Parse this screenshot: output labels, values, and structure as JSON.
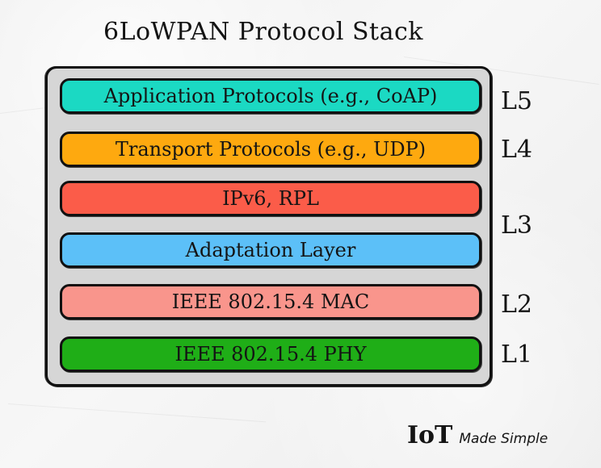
{
  "title": "6LoWPAN Protocol Stack",
  "layers": [
    {
      "label": "Application Protocols (e.g., CoAP)",
      "color": "#1bd9c3"
    },
    {
      "label": "Transport Protocols (e.g., UDP)",
      "color": "#fea90f"
    },
    {
      "label": "IPv6, RPL",
      "color": "#fb5c49"
    },
    {
      "label": "Adaptation Layer",
      "color": "#5cc0f8"
    },
    {
      "label": "IEEE 802.15.4 MAC",
      "color": "#f9958c"
    },
    {
      "label": "IEEE 802.15.4 PHY",
      "color": "#1fae17"
    }
  ],
  "levels": [
    "L5",
    "L4",
    "L3",
    "L2",
    "L1"
  ],
  "brand": {
    "main": "IoT",
    "sub": "Made Simple"
  }
}
